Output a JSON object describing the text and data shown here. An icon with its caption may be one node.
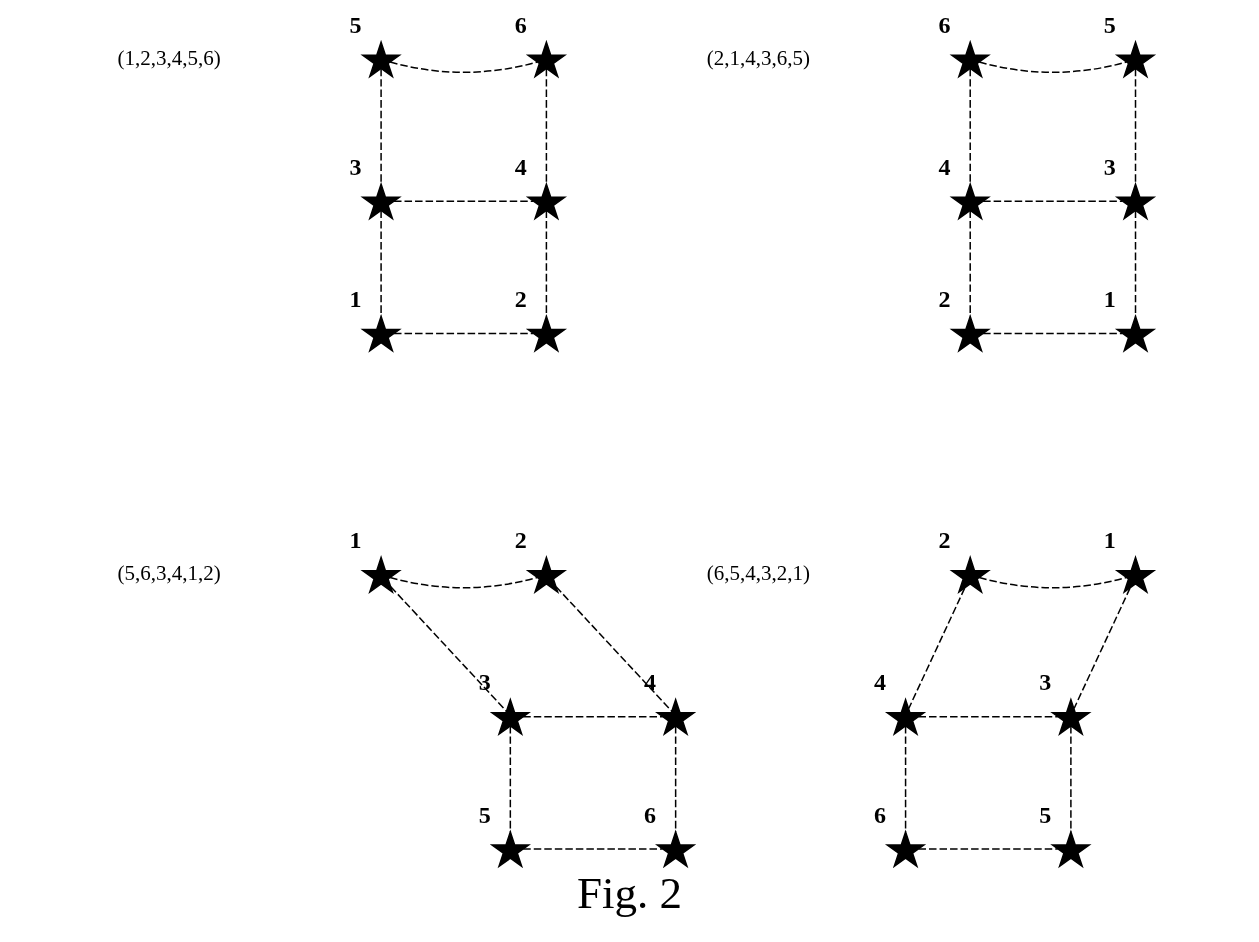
{
  "diagram": {
    "caption": "Fig. 2",
    "nodes": [
      {
        "text": [],
        "shape": "star",
        "beside": [
          "5"
        ]
      },
      {
        "text": [],
        "shape": "star",
        "beside": [
          "6"
        ]
      },
      {
        "text": [],
        "shape": "star",
        "beside": [
          "3"
        ]
      },
      {
        "text": [],
        "shape": "star",
        "beside": [
          "4"
        ]
      },
      {
        "text": [],
        "shape": "star",
        "beside": [
          "1"
        ]
      },
      {
        "text": [],
        "shape": "star",
        "beside": [
          "2"
        ]
      },
      {
        "text": [],
        "shape": "star",
        "beside": [
          "6"
        ]
      },
      {
        "text": [],
        "shape": "star",
        "beside": [
          "5"
        ]
      },
      {
        "text": [],
        "shape": "star",
        "beside": [
          "4"
        ]
      },
      {
        "text": [],
        "shape": "star",
        "beside": [
          "3"
        ]
      },
      {
        "text": [],
        "shape": "star",
        "beside": [
          "2"
        ]
      },
      {
        "text": [],
        "shape": "star",
        "beside": [
          "1"
        ]
      },
      {
        "text": [],
        "shape": "star",
        "beside": [
          "1"
        ]
      },
      {
        "text": [],
        "shape": "star",
        "beside": [
          "2"
        ]
      },
      {
        "text": [],
        "shape": "star",
        "beside": [
          "3"
        ]
      },
      {
        "text": [],
        "shape": "star",
        "beside": [
          "4"
        ]
      },
      {
        "text": [],
        "shape": "star",
        "beside": [
          "5"
        ]
      },
      {
        "text": [],
        "shape": "star",
        "beside": [
          "6"
        ]
      },
      {
        "text": [],
        "shape": "star",
        "beside": [
          "2"
        ]
      },
      {
        "text": [],
        "shape": "star",
        "beside": [
          "1"
        ]
      },
      {
        "text": [],
        "shape": "star",
        "beside": [
          "4"
        ]
      },
      {
        "text": [],
        "shape": "star",
        "beside": [
          "3"
        ]
      },
      {
        "text": [],
        "shape": "star",
        "beside": [
          "6"
        ]
      },
      {
        "text": [],
        "shape": "star",
        "beside": [
          "5"
        ]
      }
    ],
    "edges": [
      {
        "from": 0,
        "to": 1,
        "arrow": "none",
        "style": "dashed"
      },
      {
        "from": 0,
        "to": 2,
        "arrow": "none",
        "style": "dashed"
      },
      {
        "from": 1,
        "to": 3,
        "arrow": "none",
        "style": "dashed"
      },
      {
        "from": 2,
        "to": 3,
        "arrow": "none",
        "style": "dashed"
      },
      {
        "from": 2,
        "to": 4,
        "arrow": "none",
        "style": "dashed"
      },
      {
        "from": 3,
        "to": 5,
        "arrow": "none",
        "style": "dashed"
      },
      {
        "from": 4,
        "to": 5,
        "arrow": "none",
        "style": "dashed"
      },
      {
        "from": 6,
        "to": 7,
        "arrow": "none",
        "style": "dashed"
      },
      {
        "from": 6,
        "to": 8,
        "arrow": "none",
        "style": "dashed"
      },
      {
        "from": 7,
        "to": 9,
        "arrow": "none",
        "style": "dashed"
      },
      {
        "from": 8,
        "to": 9,
        "arrow": "none",
        "style": "dashed"
      },
      {
        "from": 8,
        "to": 10,
        "arrow": "none",
        "style": "dashed"
      },
      {
        "from": 9,
        "to": 11,
        "arrow": "none",
        "style": "dashed"
      },
      {
        "from": 10,
        "to": 11,
        "arrow": "none",
        "style": "dashed"
      },
      {
        "from": 12,
        "to": 13,
        "arrow": "none",
        "style": "dashed"
      },
      {
        "from": 12,
        "to": 14,
        "arrow": "none",
        "style": "dashed"
      },
      {
        "from": 13,
        "to": 15,
        "arrow": "none",
        "style": "dashed"
      },
      {
        "from": 14,
        "to": 15,
        "arrow": "none",
        "style": "dashed"
      },
      {
        "from": 14,
        "to": 16,
        "arrow": "none",
        "style": "dashed"
      },
      {
        "from": 15,
        "to": 17,
        "arrow": "none",
        "style": "dashed"
      },
      {
        "from": 16,
        "to": 17,
        "arrow": "none",
        "style": "dashed"
      },
      {
        "from": 18,
        "to": 19,
        "arrow": "none",
        "style": "dashed"
      },
      {
        "from": 18,
        "to": 20,
        "arrow": "none",
        "style": "dashed"
      },
      {
        "from": 19,
        "to": 21,
        "arrow": "none",
        "style": "dashed"
      },
      {
        "from": 20,
        "to": 21,
        "arrow": "none",
        "style": "dashed"
      },
      {
        "from": 20,
        "to": 22,
        "arrow": "none",
        "style": "dashed"
      },
      {
        "from": 21,
        "to": 23,
        "arrow": "none",
        "style": "dashed"
      },
      {
        "from": 22,
        "to": 23,
        "arrow": "none",
        "style": "dashed"
      }
    ],
    "labels": [
      "(1,2,3,4,5,6)",
      "(2,1,4,3,6,5)",
      "(5,6,3,4,1,2)",
      "(6,5,4,3,2,1)"
    ]
  }
}
